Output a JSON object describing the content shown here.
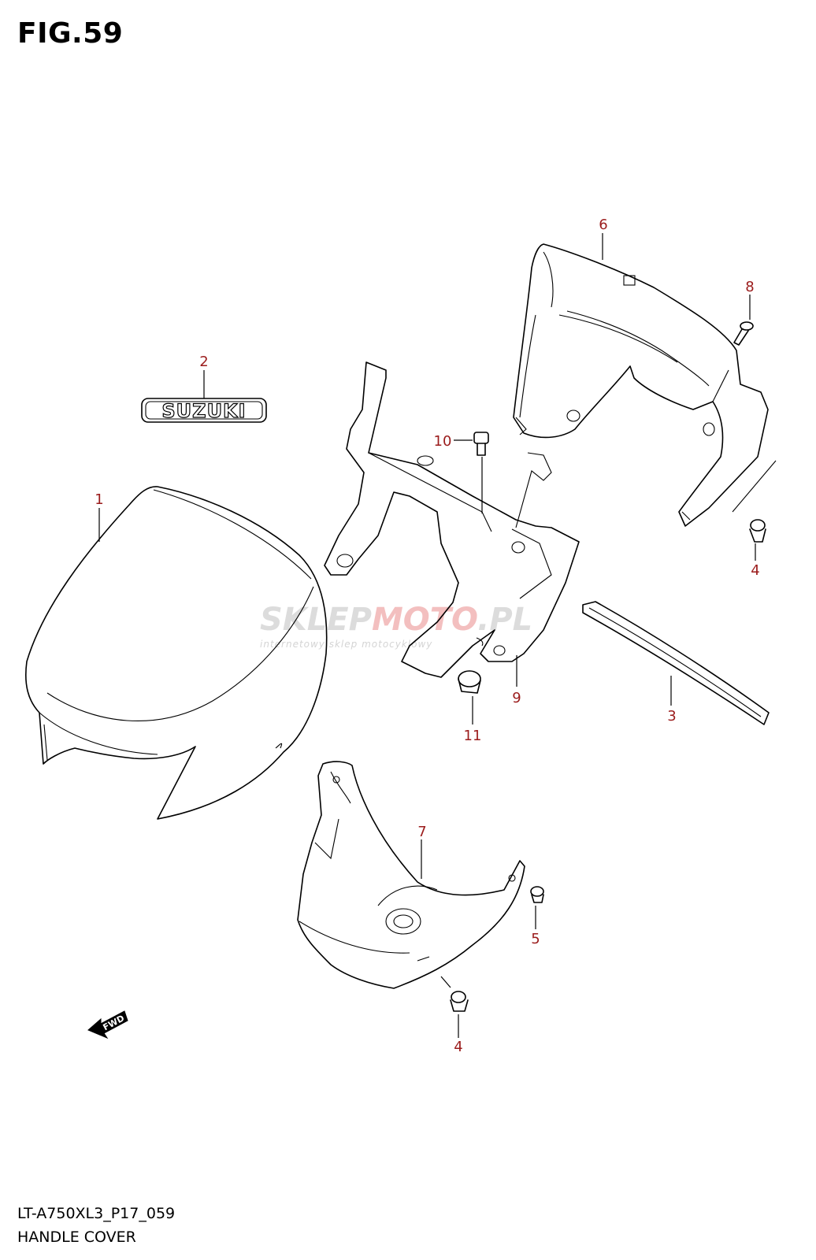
{
  "figure": {
    "title": "FIG.59"
  },
  "footer": {
    "model_code": "LT-A750XL3_P17_059",
    "section_name": "HANDLE COVER"
  },
  "emblem": {
    "text": "SUZUKI"
  },
  "direction_arrow": {
    "label": "FWD"
  },
  "watermark": {
    "brand_left": "SKLEP",
    "brand_mid": "MOTO",
    "brand_right": ".PL",
    "tagline": "internetowy sklep motocyklowy"
  },
  "callouts": [
    {
      "id": "c1",
      "number": "1"
    },
    {
      "id": "c2",
      "number": "2"
    },
    {
      "id": "c3",
      "number": "3"
    },
    {
      "id": "c4a",
      "number": "4"
    },
    {
      "id": "c4b",
      "number": "4"
    },
    {
      "id": "c5",
      "number": "5"
    },
    {
      "id": "c6",
      "number": "6"
    },
    {
      "id": "c7",
      "number": "7"
    },
    {
      "id": "c8",
      "number": "8"
    },
    {
      "id": "c9",
      "number": "9"
    },
    {
      "id": "c10",
      "number": "10"
    },
    {
      "id": "c11",
      "number": "11"
    }
  ],
  "colors": {
    "callout_number": "#9b1c1c",
    "line": "#000000",
    "watermark_accent": "#e06060"
  }
}
